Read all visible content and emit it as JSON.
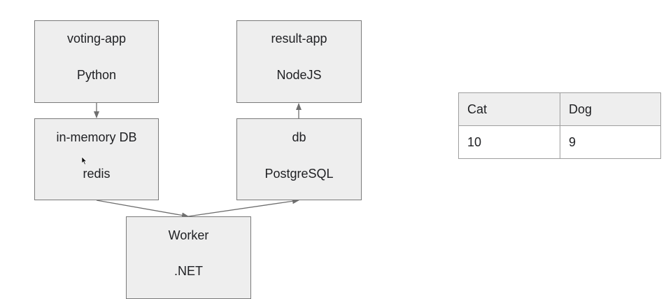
{
  "diagram": {
    "voting_app": {
      "name": "voting-app",
      "tech": "Python"
    },
    "result_app": {
      "name": "result-app",
      "tech": "NodeJS"
    },
    "in_memory_db": {
      "name": "in-memory DB",
      "tech": "redis"
    },
    "db": {
      "name": "db",
      "tech": "PostgreSQL"
    },
    "worker": {
      "name": "Worker",
      "tech": ".NET"
    }
  },
  "results_table": {
    "headers": [
      "Cat",
      "Dog"
    ],
    "rows": [
      [
        "10",
        "9"
      ]
    ]
  },
  "colors": {
    "box_fill": "#eeeeee",
    "box_border": "#7a7a7a",
    "connector": "#6e6e6e",
    "text": "#202124"
  }
}
